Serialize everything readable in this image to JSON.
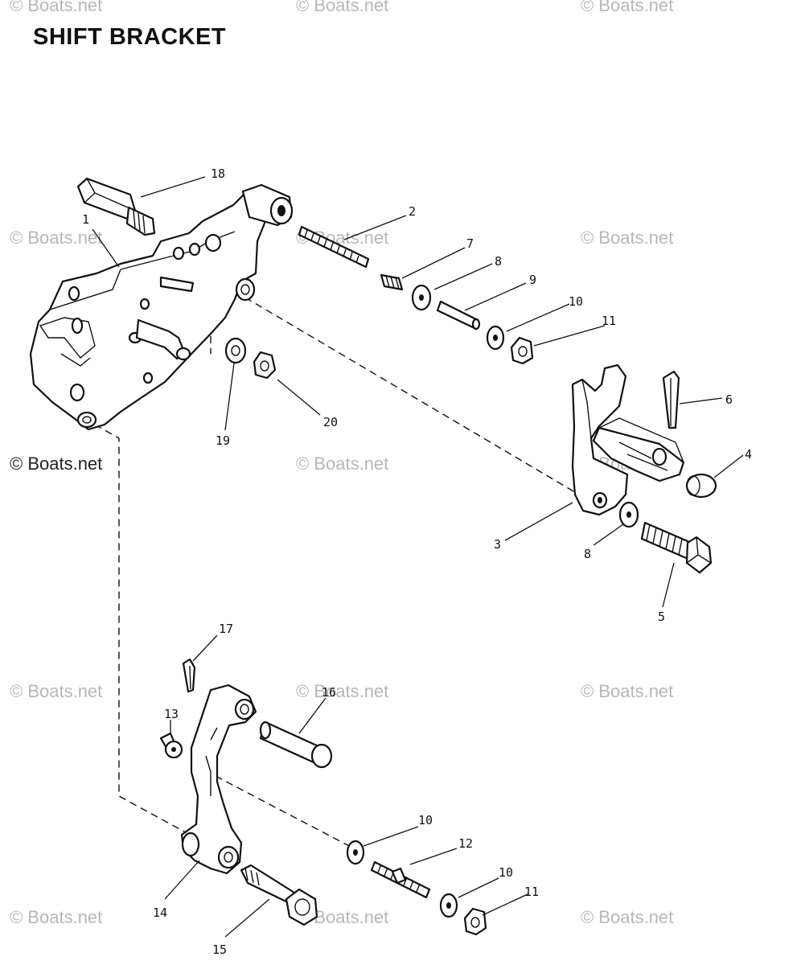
{
  "title": "SHIFT BRACKET",
  "watermark": "© Boats.net",
  "callouts": {
    "c1": "1",
    "c2": "2",
    "c3": "3",
    "c4": "4",
    "c5": "5",
    "c6": "6",
    "c7": "7",
    "c8a": "8",
    "c8b": "8",
    "c9": "9",
    "c10a": "10",
    "c10b": "10",
    "c10c": "10",
    "c11a": "11",
    "c11b": "11",
    "c12": "12",
    "c13": "13",
    "c14": "14",
    "c15": "15",
    "c16": "16",
    "c17": "17",
    "c18": "18",
    "c19": "19",
    "c20": "20"
  }
}
